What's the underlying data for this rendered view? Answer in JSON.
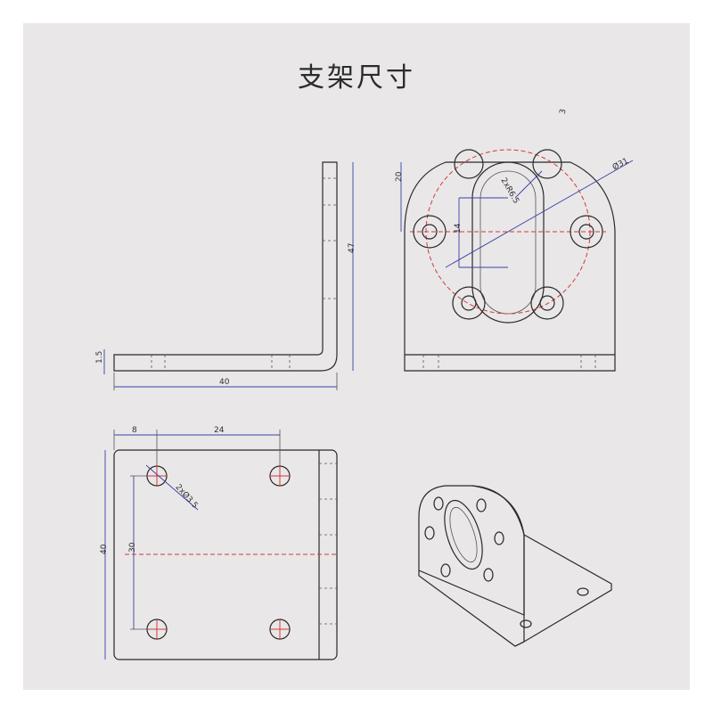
{
  "title": "支架尺寸",
  "corner_note": "3",
  "side_view": {
    "thickness_label": "1.5",
    "height_label": "47",
    "length_label": "40"
  },
  "front_view": {
    "top_label": "20",
    "slot_label": "2xR6.5",
    "pitch_label": "14",
    "circle_label": "Ø31"
  },
  "top_view": {
    "edge_label": "8",
    "spacing_label": "24",
    "width_label": "40",
    "hole_pitch_label": "30",
    "hole_label": "2xØ3.5"
  },
  "colors": {
    "background": "#e9e7e8",
    "line": "#2a2a2a",
    "dimension": "#3a40a8",
    "centerline": "#d23a3a"
  }
}
